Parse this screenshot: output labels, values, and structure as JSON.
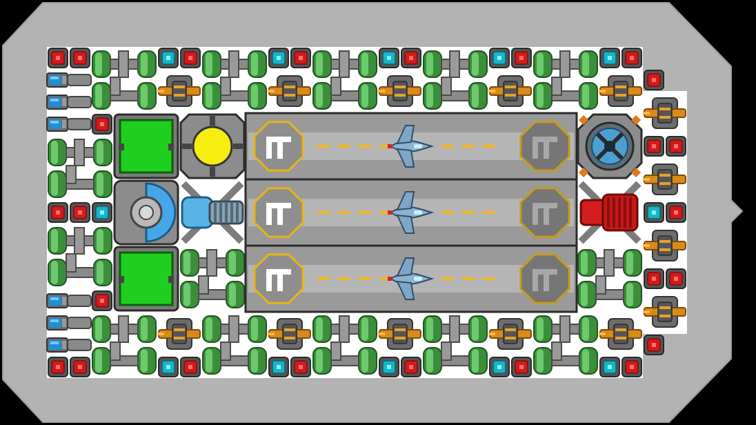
{
  "view": {
    "screen": "ship-builder-grid",
    "hull_color": "#b3b3b3",
    "deck_color": "#ffffff",
    "module_border": "#2b2b2b"
  },
  "modules": {
    "fuel_tank": {
      "label": "",
      "icon": "green-fuel-tank-icon",
      "colors": [
        "#3f9a3f",
        "#63c163",
        "#8b8b8b"
      ]
    },
    "battery_cell": {
      "label": "",
      "icon": "battery-cell-icon",
      "colors": [
        "#1e8fd6",
        "#6a6a6a"
      ]
    },
    "red_capacitor": {
      "label": "",
      "icon": "red-capacitor-icon",
      "colors": [
        "#d01818",
        "#595959"
      ]
    },
    "cyan_capacitor": {
      "label": "",
      "icon": "cyan-capacitor-icon",
      "colors": [
        "#17b9cc",
        "#595959"
      ]
    },
    "turret": {
      "label": "",
      "icon": "orange-turret-icon",
      "colors": [
        "#d88a1a",
        "#707070"
      ]
    },
    "armory": {
      "label": "",
      "icon": "green-armory-icon",
      "colors": [
        "#22cc22",
        "#7a7a7a"
      ]
    },
    "reactor": {
      "label": "",
      "icon": "yellow-reactor-icon",
      "colors": [
        "#f5ee10",
        "#8c8c8c"
      ]
    },
    "sensor": {
      "label": "",
      "icon": "blue-sensor-dome-icon",
      "colors": [
        "#46a7e8",
        "#8c8c8c"
      ]
    },
    "engine_blue": {
      "label": "",
      "icon": "blue-engine-icon",
      "colors": [
        "#59b3e6",
        "#7c7c7c"
      ]
    },
    "shield": {
      "label": "",
      "icon": "shield-generator-icon",
      "colors": [
        "#4d9fd2",
        "#e07a1a"
      ]
    },
    "engine_red": {
      "label": "",
      "icon": "red-engine-icon",
      "colors": [
        "#d21e1e",
        "#7c7c7c"
      ]
    }
  },
  "hangar": {
    "bays": [
      {
        "name": "hangar-bay-1",
        "fighter": "fighter-ship-icon",
        "label_left": "",
        "label_right": ""
      },
      {
        "name": "hangar-bay-2",
        "fighter": "fighter-ship-icon",
        "label_left": "",
        "label_right": ""
      },
      {
        "name": "hangar-bay-3",
        "fighter": "fighter-ship-icon",
        "label_left": "",
        "label_right": ""
      }
    ],
    "pad_icon": "hangar-landing-pad-icon",
    "pad_accent": "#e8b516",
    "runway_stripe": "#f2b91a"
  }
}
